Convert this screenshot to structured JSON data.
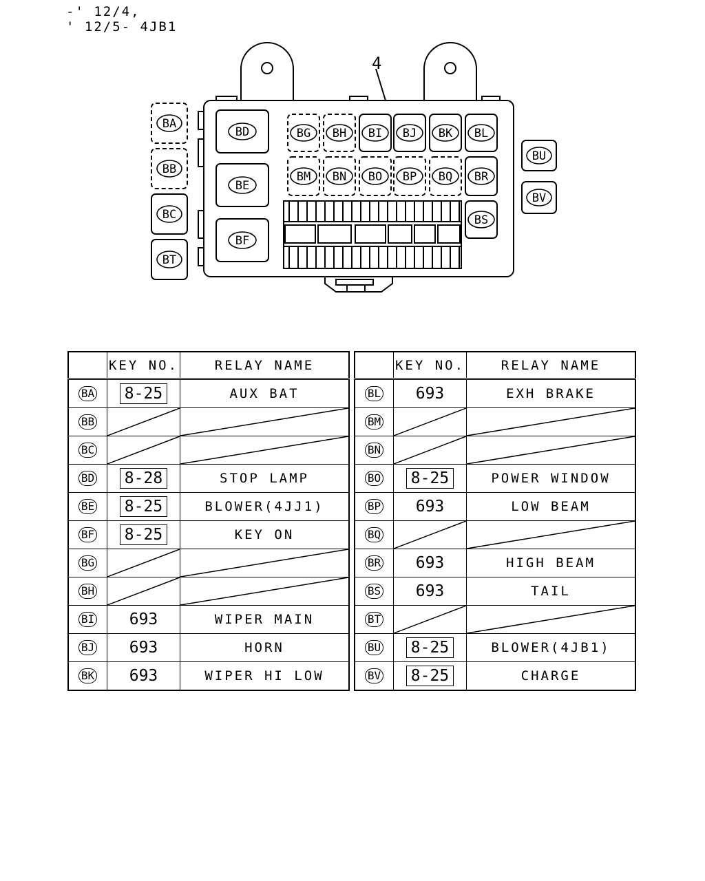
{
  "header": {
    "line1": "-' 12/4,",
    "line2": "' 12/5- 4JB1"
  },
  "diagram": {
    "callout": "4",
    "left_connectors": [
      "BA",
      "BB",
      "BC",
      "BT"
    ],
    "large_relays": [
      "BD",
      "BE",
      "BF"
    ],
    "relay_row1": [
      "BG",
      "BH",
      "BI",
      "BJ",
      "BK",
      "BL"
    ],
    "relay_row2": [
      "BM",
      "BN",
      "BO",
      "BP",
      "BQ",
      "BR"
    ],
    "side_relay": "BS",
    "right_connectors": [
      "BU",
      "BV"
    ]
  },
  "table": {
    "headers": {
      "key": "KEY NO.",
      "relay": "RELAY NAME"
    },
    "left": [
      {
        "code": "BA",
        "key": "8-25",
        "boxed": true,
        "name": "AUX BAT"
      },
      {
        "code": "BB",
        "key": "",
        "boxed": false,
        "name": ""
      },
      {
        "code": "BC",
        "key": "",
        "boxed": false,
        "name": ""
      },
      {
        "code": "BD",
        "key": "8-28",
        "boxed": true,
        "name": "STOP LAMP"
      },
      {
        "code": "BE",
        "key": "8-25",
        "boxed": true,
        "name": "BLOWER(4JJ1)"
      },
      {
        "code": "BF",
        "key": "8-25",
        "boxed": true,
        "name": "KEY ON"
      },
      {
        "code": "BG",
        "key": "",
        "boxed": false,
        "name": ""
      },
      {
        "code": "BH",
        "key": "",
        "boxed": false,
        "name": ""
      },
      {
        "code": "BI",
        "key": "693",
        "boxed": false,
        "name": "WIPER MAIN"
      },
      {
        "code": "BJ",
        "key": "693",
        "boxed": false,
        "name": "HORN"
      },
      {
        "code": "BK",
        "key": "693",
        "boxed": false,
        "name": "WIPER HI LOW"
      }
    ],
    "right": [
      {
        "code": "BL",
        "key": "693",
        "boxed": false,
        "name": "EXH BRAKE"
      },
      {
        "code": "BM",
        "key": "",
        "boxed": false,
        "name": ""
      },
      {
        "code": "BN",
        "key": "",
        "boxed": false,
        "name": ""
      },
      {
        "code": "BO",
        "key": "8-25",
        "boxed": true,
        "name": "POWER WINDOW"
      },
      {
        "code": "BP",
        "key": "693",
        "boxed": false,
        "name": "LOW BEAM"
      },
      {
        "code": "BQ",
        "key": "",
        "boxed": false,
        "name": ""
      },
      {
        "code": "BR",
        "key": "693",
        "boxed": false,
        "name": "HIGH BEAM"
      },
      {
        "code": "BS",
        "key": "693",
        "boxed": false,
        "name": "TAIL"
      },
      {
        "code": "BT",
        "key": "",
        "boxed": false,
        "name": ""
      },
      {
        "code": "BU",
        "key": "8-25",
        "boxed": true,
        "name": "BLOWER(4JB1)"
      },
      {
        "code": "BV",
        "key": "8-25",
        "boxed": true,
        "name": "CHARGE"
      }
    ]
  }
}
